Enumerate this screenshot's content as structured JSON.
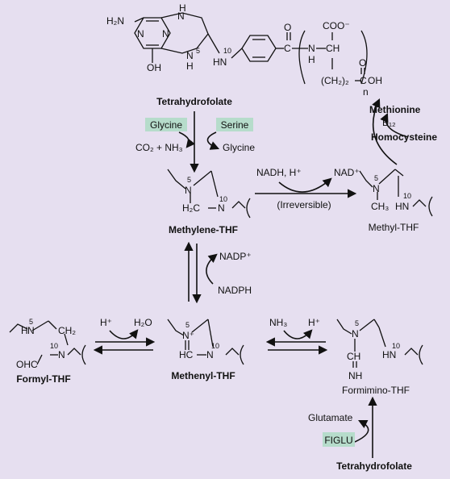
{
  "colors": {
    "background": "#e6dff0",
    "tag_fill": "#b6dccb",
    "ink": "#111111"
  },
  "structures": {
    "thf_top": {
      "label": "Tetrahydrofolate",
      "atoms": {
        "h2n": "H₂N",
        "h8": "H",
        "n_a": "N",
        "n_b": "N",
        "n_c": "N",
        "n_d": "N",
        "n5h": "H",
        "n5": "5",
        "oh": "OH",
        "hn": "HN",
        "n10": "10",
        "c": "C",
        "o1": "O",
        "n_glu": "N",
        "h_glu": "H",
        "ch": "CH",
        "coo": "COO⁻",
        "ch2": "(CH₂)₂",
        "c2": "C",
        "o2": "O",
        "oh2": "OH",
        "n_sub": "n"
      }
    },
    "methylene": {
      "label": "Methylene-THF",
      "n5": "5",
      "n_a": "N",
      "h2c": "H₂C",
      "n_b": "N",
      "n10": "10"
    },
    "methyl": {
      "label": "Methyl-THF",
      "n5": "5",
      "n_a": "N",
      "ch3": "CH₃",
      "hn": "HN",
      "n10": "10"
    },
    "formyl": {
      "label": "Formyl-THF",
      "n5": "5",
      "hn": "N",
      "h": "H",
      "ch2": "CH₂",
      "ohc": "OHC",
      "n": "N",
      "n10": "10"
    },
    "methenyl": {
      "label": "Methenyl-THF",
      "n5": "5",
      "n_plus": "N⁺",
      "hc": "HC",
      "n": "N",
      "n10": "10"
    },
    "formimino": {
      "label": "Formimino-THF",
      "n5": "5",
      "n": "N",
      "ch": "CH",
      "nh": "NH",
      "hn": "HN",
      "n10": "10"
    },
    "thf_bottom": {
      "label": "Tetrahydrofolate"
    }
  },
  "reactions": {
    "glycine": "Glycine",
    "serine": "Serine",
    "co2_nh3": "CO₂ + NH₃",
    "glycine_out": "Glycine",
    "nadh": "NADH, H⁺",
    "nad": "NAD⁺",
    "irreversible": "(Irreversible)",
    "methionine": "Methionine",
    "b12": "B₁₂",
    "homocysteine": "Homocysteine",
    "nadp": "NADP⁺",
    "nadph": "NADPH",
    "h_plus_left": "H⁺",
    "h2o": "H₂O",
    "nh3": "NH₃",
    "h_plus_right": "H⁺",
    "glutamate": "Glutamate",
    "figlu": "FIGLU"
  }
}
